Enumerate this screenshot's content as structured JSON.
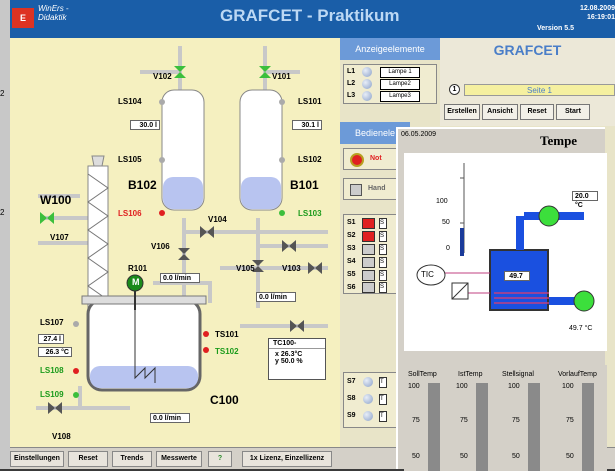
{
  "background_window": {
    "side_labels": [
      "2",
      "2"
    ]
  },
  "titlebar": {
    "logo": "E",
    "app_name_line1": "WinErs -",
    "app_name_line2": "Didaktik",
    "title": "GRAFCET - Praktikum",
    "version": "Version 5.5",
    "date": "12.08.2009",
    "time": "16:19:01"
  },
  "process": {
    "valves": {
      "v102": "V102",
      "v101": "V101",
      "v104": "V104",
      "v106": "V106",
      "v105": "V105",
      "v103": "V103",
      "v107": "V107",
      "v108": "V108"
    },
    "sensors": {
      "ls104": "LS104",
      "ls101": "LS101",
      "ls105": "LS105",
      "ls102": "LS102",
      "ls106": "LS106",
      "ls103": "LS103",
      "ls107": "LS107",
      "ls108": "LS108",
      "ls109": "LS109",
      "ts101": "TS101",
      "ts102": "TS102"
    },
    "tanks": {
      "b102": "B102",
      "b101": "B101",
      "w100": "W100",
      "c100": "C100",
      "r101": "R101"
    },
    "motor_symbol": "M",
    "level_b102": "30.0 l",
    "level_b101": "30.1 l",
    "flow_v105": "0.0 l/min",
    "flow_v103": "0.0 l/min",
    "flow_v108": "0.0 l/min",
    "c100_level": "27.4 l",
    "c100_temp": "26.3 °C",
    "tc100": {
      "title": "TC100-",
      "x_line": "x  26.3°C",
      "y_line": "y  50.0 %"
    }
  },
  "right_panel": {
    "anzeige_header": "Anzeigeelemente",
    "bediene_header": "Bedienele",
    "lamps": [
      {
        "id": "L1",
        "label": "Lampe 1"
      },
      {
        "id": "L2",
        "label": "Lampe2"
      },
      {
        "id": "L3",
        "label": "Lampe3"
      }
    ],
    "not_label": "Not",
    "hand_label": "Hand",
    "switches": [
      "S1",
      "S2",
      "S3",
      "S4",
      "S5",
      "S6"
    ],
    "switch_btn": "S",
    "taster": [
      "S7",
      "S8",
      "S9"
    ],
    "taster_btn": "T"
  },
  "grafcet_panel": {
    "title": "GRAFCET",
    "step_number": "1",
    "page": "Seite 1",
    "buttons": [
      "Erstellen",
      "Ansicht",
      "Reset",
      "Start"
    ]
  },
  "temp_window": {
    "date": "06.05.2009",
    "title": "Tempe",
    "axis": [
      "100",
      "50",
      "0"
    ],
    "setpoint": "20.0 °C",
    "tank_value": "49.7",
    "outlet_temp": "49.7 °C",
    "tic_label": "TIC",
    "gauges": [
      {
        "label": "SollTemp"
      },
      {
        "label": "IstTemp"
      },
      {
        "label": "Stellsignal"
      },
      {
        "label": "VorlaufTemp"
      }
    ],
    "gauge_ticks": [
      "100",
      "75",
      "50"
    ]
  },
  "bottombar": {
    "buttons": [
      "Einstellungen",
      "Reset",
      "Trends",
      "Messwerte"
    ],
    "help_icon": "?",
    "license": "1x Lizenz, Einzellizenz"
  },
  "colors": {
    "title_blue": "#1a5ea8",
    "panel_header": "#6c9ad8",
    "valve_green": "#3cbf3c",
    "sensor_green": "#1b9b1b",
    "sensor_red": "#e02020",
    "liquid": "#b8c4f0",
    "pipe": "#c8c8c8"
  }
}
